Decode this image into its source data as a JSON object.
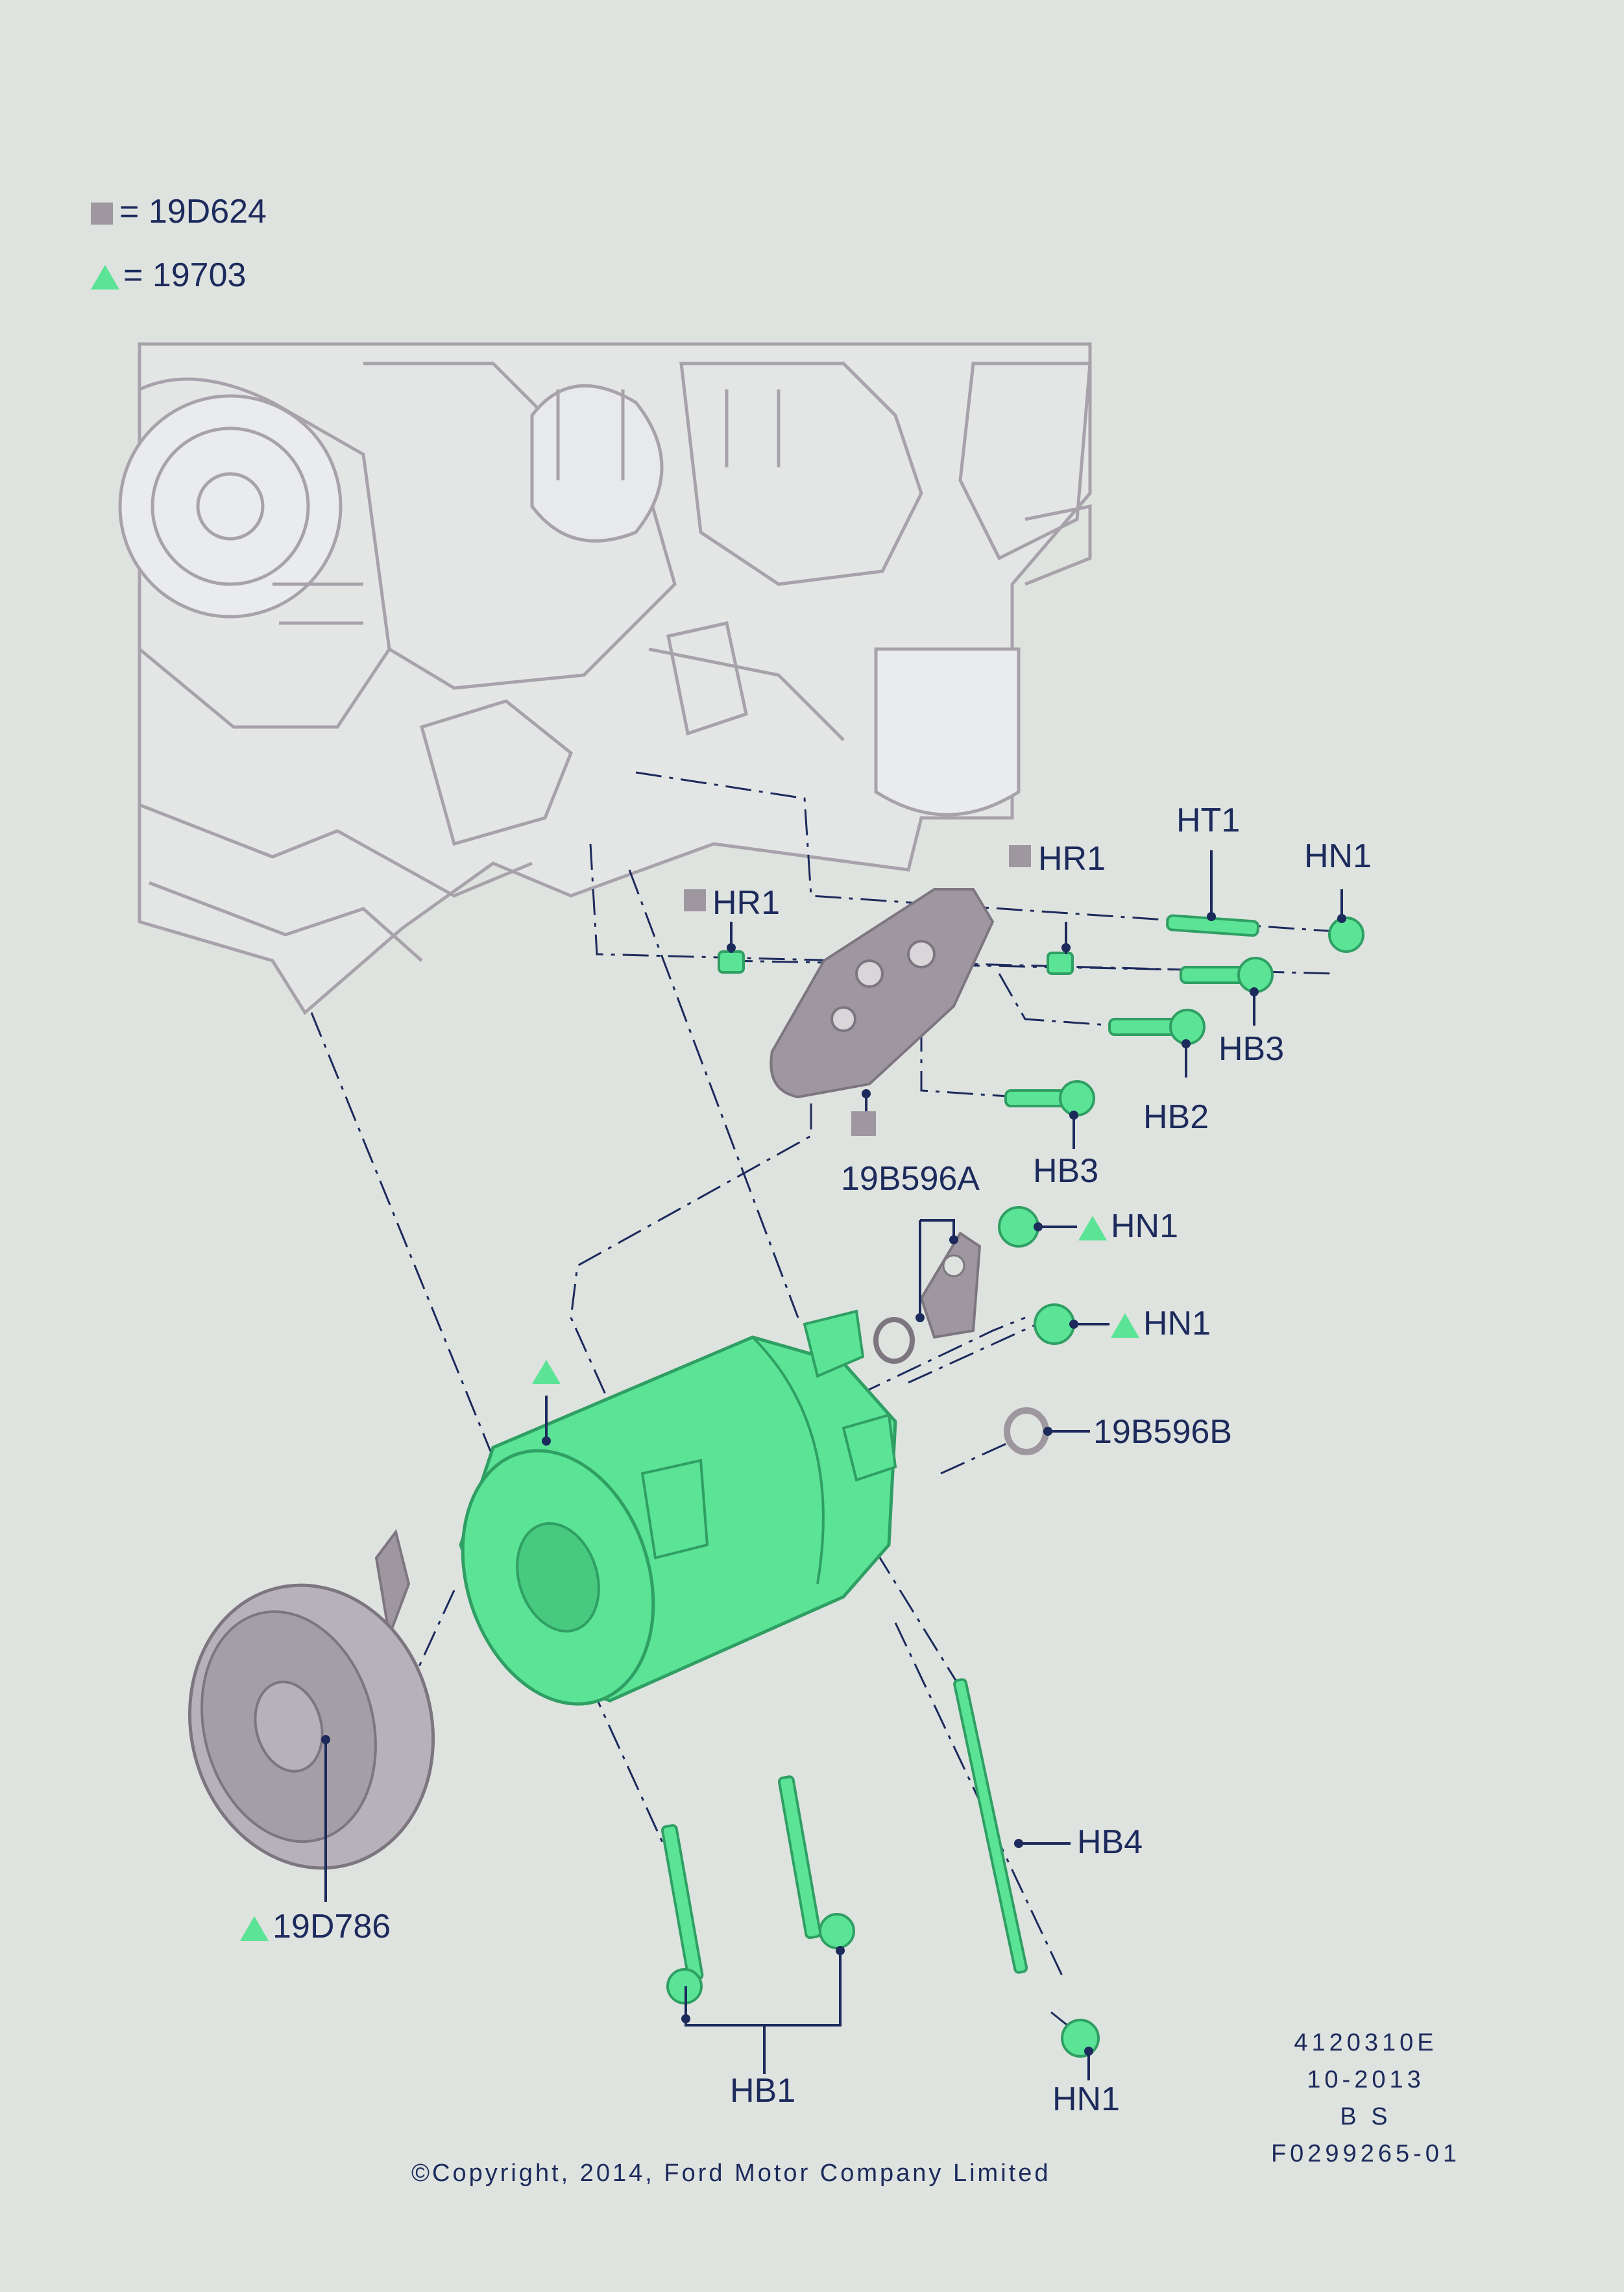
{
  "colors": {
    "background": "#dfe3df",
    "engine": "#a8a2ab",
    "engine_line": "#8e8893",
    "part_green": "#5be396",
    "part_green_dark": "#2f9f63",
    "grey_part": "#9e979f",
    "label": "#1c2a5c"
  },
  "legend": {
    "square_text": "= 19D624",
    "triangle_text": "= 19703"
  },
  "labels": {
    "hr1_left": "HR1",
    "hr1_right": "HR1",
    "ht1": "HT1",
    "hn1_top": "HN1",
    "hb3_upper": "HB3",
    "hb2": "HB2",
    "hb3_lower": "HB3",
    "part_19b596a": "19B596A",
    "hn1_mid1": "HN1",
    "hn1_mid2": "HN1",
    "part_19b596b": "19B596B",
    "hb4": "HB4",
    "part_19d786": "19D786",
    "hb1": "HB1",
    "hn1_bottom": "HN1"
  },
  "meta": {
    "id": "4120310E",
    "date": "10-2013",
    "code": "B S",
    "ref": "F0299265-01"
  },
  "copyright": "©Copyright, 2014, Ford Motor Company Limited"
}
